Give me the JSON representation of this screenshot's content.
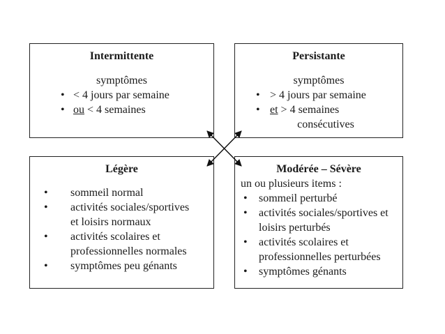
{
  "intermittent": {
    "title": "Intermittente",
    "subtitle": "symptômes",
    "bullets": [
      {
        "prefix": "",
        "text": "< 4 jours par semaine"
      },
      {
        "prefix": "ou",
        "text": " < 4 semaines"
      }
    ]
  },
  "persistent": {
    "title": "Persistante",
    "subtitle": "symptômes",
    "bullets": [
      {
        "prefix": "",
        "text": "> 4 jours par semaine"
      },
      {
        "prefix": "et",
        "text": " > 4 semaines"
      }
    ],
    "continuation": "consécutives"
  },
  "mild": {
    "title": "Légère",
    "bullets": [
      "sommeil normal",
      "activités sociales/sportives",
      "et loisirs normaux",
      "activités scolaires et",
      "professionnelles normales",
      "symptômes peu génants"
    ]
  },
  "moderate_severe": {
    "title": "Modérée – Sévère",
    "subtitle": "un ou plusieurs items :",
    "bullets": [
      "sommeil perturbé",
      "activités sociales/sportives et",
      "loisirs perturbés",
      "activités scolaires et",
      "professionnelles perturbées",
      "symptômes génants"
    ]
  },
  "bullet_char": "•"
}
